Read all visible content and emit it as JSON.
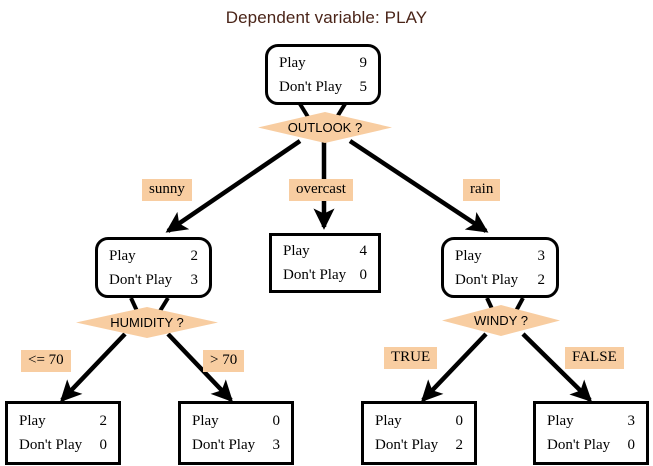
{
  "title": "Dependent variable: PLAY",
  "colors": {
    "title_text": "#4a2418",
    "accent_fill": "#f8cda1",
    "stroke": "#000000",
    "background": "#ffffff"
  },
  "row_labels": {
    "play": "Play",
    "dont_play": "Don't Play"
  },
  "nodes": {
    "root": {
      "play_label": "Play",
      "play_value": "9",
      "dont_label": "Don't Play",
      "dont_value": "5"
    },
    "sunny": {
      "play_label": "Play",
      "play_value": "2",
      "dont_label": "Don't Play",
      "dont_value": "3"
    },
    "overcast": {
      "play_label": "Play",
      "play_value": "4",
      "dont_label": "Don't Play",
      "dont_value": "0"
    },
    "rain": {
      "play_label": "Play",
      "play_value": "3",
      "dont_label": "Don't Play",
      "dont_value": "2"
    },
    "humidity_le70": {
      "play_label": "Play",
      "play_value": "2",
      "dont_label": "Don't Play",
      "dont_value": "0"
    },
    "humidity_gt70": {
      "play_label": "Play",
      "play_value": "0",
      "dont_label": "Don't Play",
      "dont_value": "3"
    },
    "windy_true": {
      "play_label": "Play",
      "play_value": "0",
      "dont_label": "Don't Play",
      "dont_value": "2"
    },
    "windy_false": {
      "play_label": "Play",
      "play_value": "3",
      "dont_label": "Don't Play",
      "dont_value": "0"
    }
  },
  "decisions": {
    "outlook": "OUTLOOK ?",
    "humidity": "HUMIDITY ?",
    "windy": "WINDY ?"
  },
  "edge_labels": {
    "sunny": "sunny",
    "overcast": "overcast",
    "rain": "rain",
    "humidity_le70": "<= 70",
    "humidity_gt70": "> 70",
    "windy_true": "TRUE",
    "windy_false": "FALSE"
  },
  "chart_data": {
    "type": "tree",
    "title": "Dependent variable: PLAY",
    "target": "PLAY",
    "classes": [
      "Play",
      "Don't Play"
    ],
    "root": {
      "counts": {
        "Play": 9,
        "Don't Play": 5
      },
      "split_on": "OUTLOOK",
      "children": [
        {
          "edge": "sunny",
          "counts": {
            "Play": 2,
            "Don't Play": 3
          },
          "split_on": "HUMIDITY",
          "children": [
            {
              "edge": "<= 70",
              "counts": {
                "Play": 2,
                "Don't Play": 0
              },
              "leaf": true
            },
            {
              "edge": "> 70",
              "counts": {
                "Play": 0,
                "Don't Play": 3
              },
              "leaf": true
            }
          ]
        },
        {
          "edge": "overcast",
          "counts": {
            "Play": 4,
            "Don't Play": 0
          },
          "leaf": true
        },
        {
          "edge": "rain",
          "counts": {
            "Play": 3,
            "Don't Play": 2
          },
          "split_on": "WINDY",
          "children": [
            {
              "edge": "TRUE",
              "counts": {
                "Play": 0,
                "Don't Play": 2
              },
              "leaf": true
            },
            {
              "edge": "FALSE",
              "counts": {
                "Play": 3,
                "Don't Play": 0
              },
              "leaf": true
            }
          ]
        }
      ]
    }
  }
}
